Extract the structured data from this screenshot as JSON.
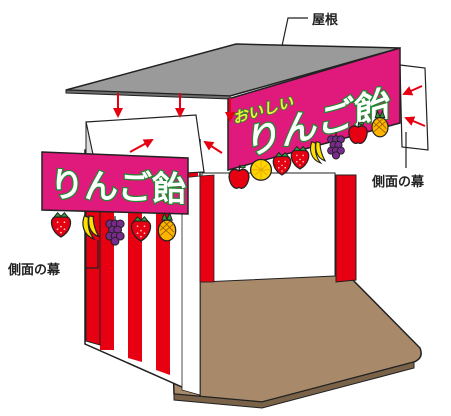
{
  "labels": {
    "roof": "屋根",
    "side_curtain_right": "側面の幕",
    "side_curtain_left": "側面の幕"
  },
  "banner_main": {
    "small_text": "おいしい",
    "big_text": "りんご飴"
  },
  "banner_side": {
    "big_text": "りんご飴"
  },
  "colors": {
    "banner": "#e0197d",
    "stripe_red": "#e60012",
    "floor": "#a88a6b",
    "roof": "#9a9a9a",
    "arrow": "#e60012",
    "text_outline": "#1e8a2e"
  },
  "icons": [
    "apple-icon",
    "lemon-icon",
    "strawberry-icon",
    "banana-icon",
    "grape-icon",
    "pineapple-icon"
  ]
}
